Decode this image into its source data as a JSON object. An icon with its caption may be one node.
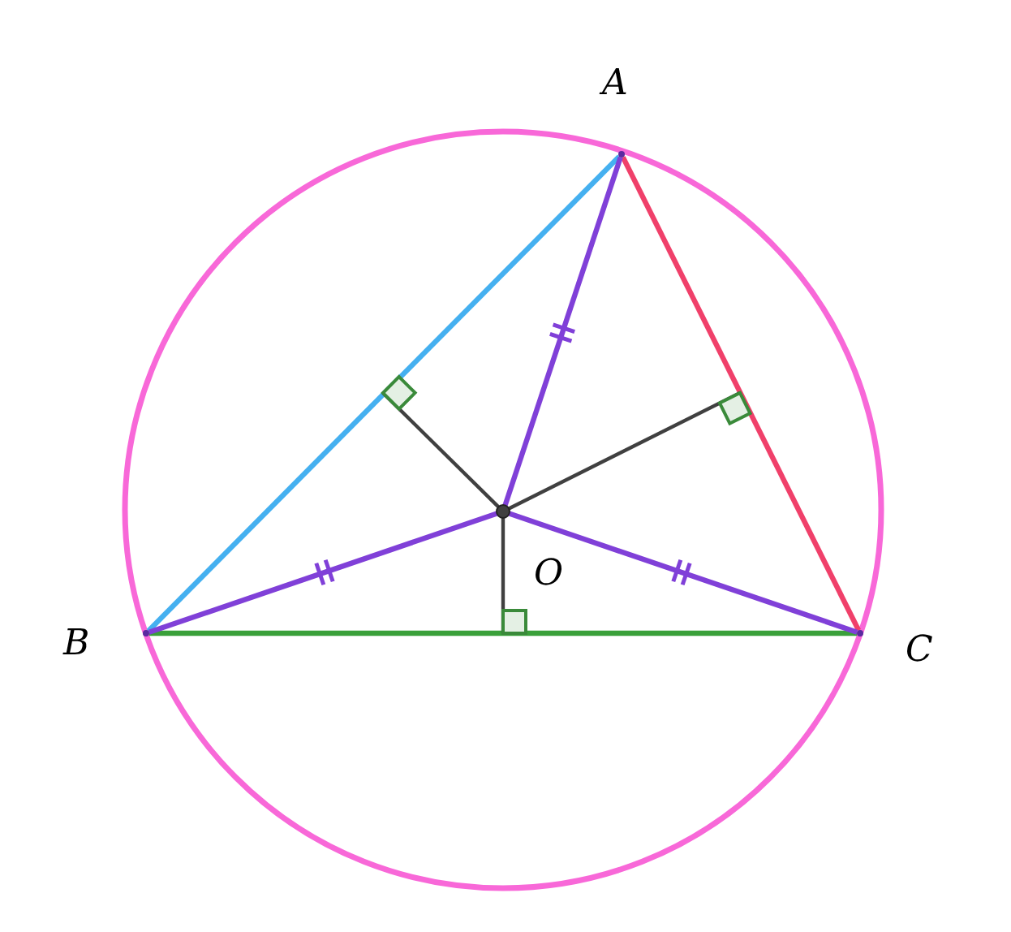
{
  "diagram": {
    "nodes": [
      {
        "text": [
          "A"
        ]
      },
      {
        "text": [
          "B"
        ]
      },
      {
        "text": [
          "C"
        ]
      },
      {
        "text": [
          "O"
        ]
      }
    ],
    "edges": [
      {
        "from": 0,
        "to": 1,
        "arrow": "none",
        "color": "#45b0f0"
      },
      {
        "from": 0,
        "to": 2,
        "arrow": "none",
        "color": "#f0406a"
      },
      {
        "from": 1,
        "to": 2,
        "arrow": "none",
        "color": "#3aa03a"
      },
      {
        "from": 3,
        "to": 0,
        "arrow": "none",
        "color": "#8040d8"
      },
      {
        "from": 3,
        "to": 1,
        "arrow": "none",
        "color": "#8040d8"
      },
      {
        "from": 3,
        "to": 2,
        "arrow": "none",
        "color": "#8040d8"
      },
      {
        "from": 3,
        "to": null,
        "arrow": "none",
        "color": "#404040"
      },
      {
        "from": 3,
        "to": null,
        "arrow": "none",
        "color": "#404040"
      },
      {
        "from": 3,
        "to": null,
        "arrow": "none",
        "color": "#404040"
      }
    ]
  }
}
